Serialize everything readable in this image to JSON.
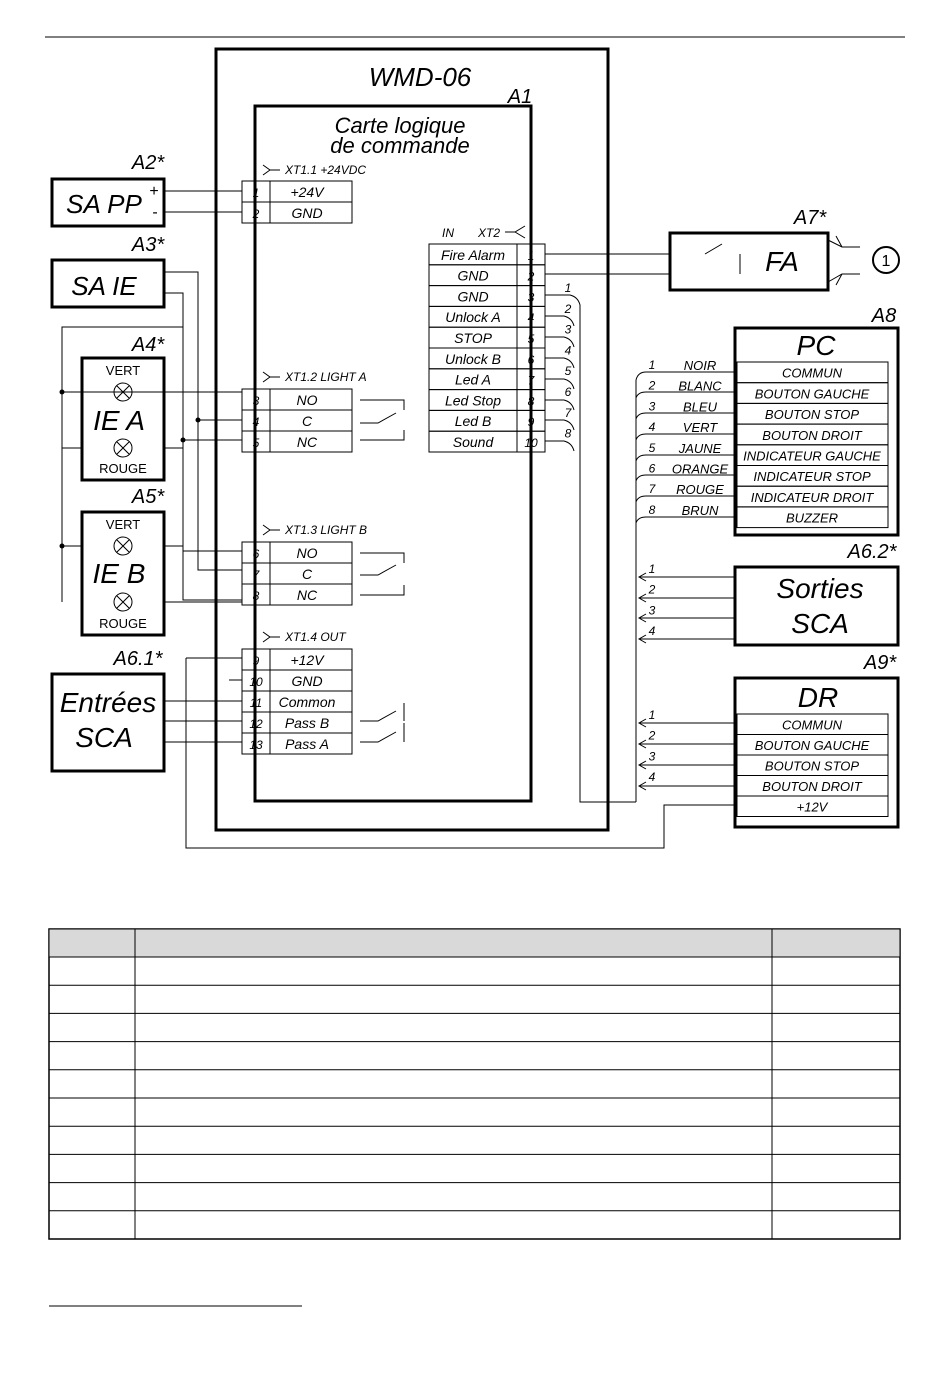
{
  "device": {
    "title": "WMD-06",
    "ref": "A1"
  },
  "board": {
    "title_line1": "Carte logique",
    "title_line2": "de commande"
  },
  "xt2_in": "IN",
  "xt2": "XT2",
  "xt11": {
    "label": "XT1.1 +24VDC",
    "rows": [
      {
        "num": "1",
        "name": "+24V"
      },
      {
        "num": "2",
        "name": "GND"
      }
    ]
  },
  "xt12": {
    "label": "XT1.2  LIGHT A",
    "rows": [
      {
        "num": "3",
        "name": "NO"
      },
      {
        "num": "4",
        "name": "C"
      },
      {
        "num": "5",
        "name": "NC"
      }
    ]
  },
  "xt13": {
    "label": "XT1.3  LIGHT B",
    "rows": [
      {
        "num": "6",
        "name": "NO"
      },
      {
        "num": "7",
        "name": "C"
      },
      {
        "num": "8",
        "name": "NC"
      }
    ]
  },
  "xt14": {
    "label": "XT1.4   OUT",
    "rows": [
      {
        "num": "9",
        "name": "+12V"
      },
      {
        "num": "10",
        "name": "GND"
      },
      {
        "num": "11",
        "name": "Common"
      },
      {
        "num": "12",
        "name": "Pass B"
      },
      {
        "num": "13",
        "name": "Pass A"
      }
    ]
  },
  "xt2_rows": [
    {
      "name": "Fire Alarm",
      "num": "1"
    },
    {
      "name": "GND",
      "num": "2"
    },
    {
      "name": "GND",
      "num": "3"
    },
    {
      "name": "Unlock A",
      "num": "4"
    },
    {
      "name": "STOP",
      "num": "5"
    },
    {
      "name": "Unlock B",
      "num": "6"
    },
    {
      "name": "Led A",
      "num": "7"
    },
    {
      "name": "Led Stop",
      "num": "8"
    },
    {
      "name": "Led B",
      "num": "9"
    },
    {
      "name": "Sound",
      "num": "10"
    }
  ],
  "wire_numbers": [
    "1",
    "2",
    "3",
    "4",
    "5",
    "6",
    "7",
    "8"
  ],
  "a2": {
    "ref": "A2*",
    "name": "SA PP",
    "plus": "+",
    "minus": "-"
  },
  "a3": {
    "ref": "A3*",
    "name": "SA IE"
  },
  "a4": {
    "ref": "A4*",
    "top": "VERT",
    "name": "IE A",
    "bottom": "ROUGE"
  },
  "a5": {
    "ref": "A5*",
    "top": "VERT",
    "name": "IE B",
    "bottom": "ROUGE"
  },
  "a61": {
    "ref": "A6.1*",
    "line1": "Entrées",
    "line2": "SCA"
  },
  "a7": {
    "ref": "A7*",
    "name": "FA",
    "circle": "1"
  },
  "a8": {
    "ref": "A8",
    "name": "PC",
    "rows": [
      "COMMUN",
      "BOUTON GAUCHE",
      "BOUTON STOP",
      "BOUTON DROIT",
      "INDICATEUR GAUCHE",
      "INDICATEUR STOP",
      "INDICATEUR DROIT",
      "BUZZER"
    ],
    "wires": [
      {
        "n": "1",
        "c": "NOIR"
      },
      {
        "n": "2",
        "c": "BLANC"
      },
      {
        "n": "3",
        "c": "BLEU"
      },
      {
        "n": "4",
        "c": "VERT"
      },
      {
        "n": "5",
        "c": "JAUNE"
      },
      {
        "n": "6",
        "c": "ORANGE"
      },
      {
        "n": "7",
        "c": "ROUGE"
      },
      {
        "n": "8",
        "c": "BRUN"
      }
    ]
  },
  "a62": {
    "ref": "A6.2*",
    "line1": "Sorties",
    "line2": "SCA",
    "wires": [
      "1",
      "2",
      "3",
      "4"
    ]
  },
  "a9": {
    "ref": "A9*",
    "name": "DR",
    "rows": [
      "COMMUN",
      "BOUTON GAUCHE",
      "BOUTON STOP",
      "BOUTON DROIT",
      "+12V"
    ],
    "wires": [
      "1",
      "2",
      "3",
      "4"
    ]
  }
}
